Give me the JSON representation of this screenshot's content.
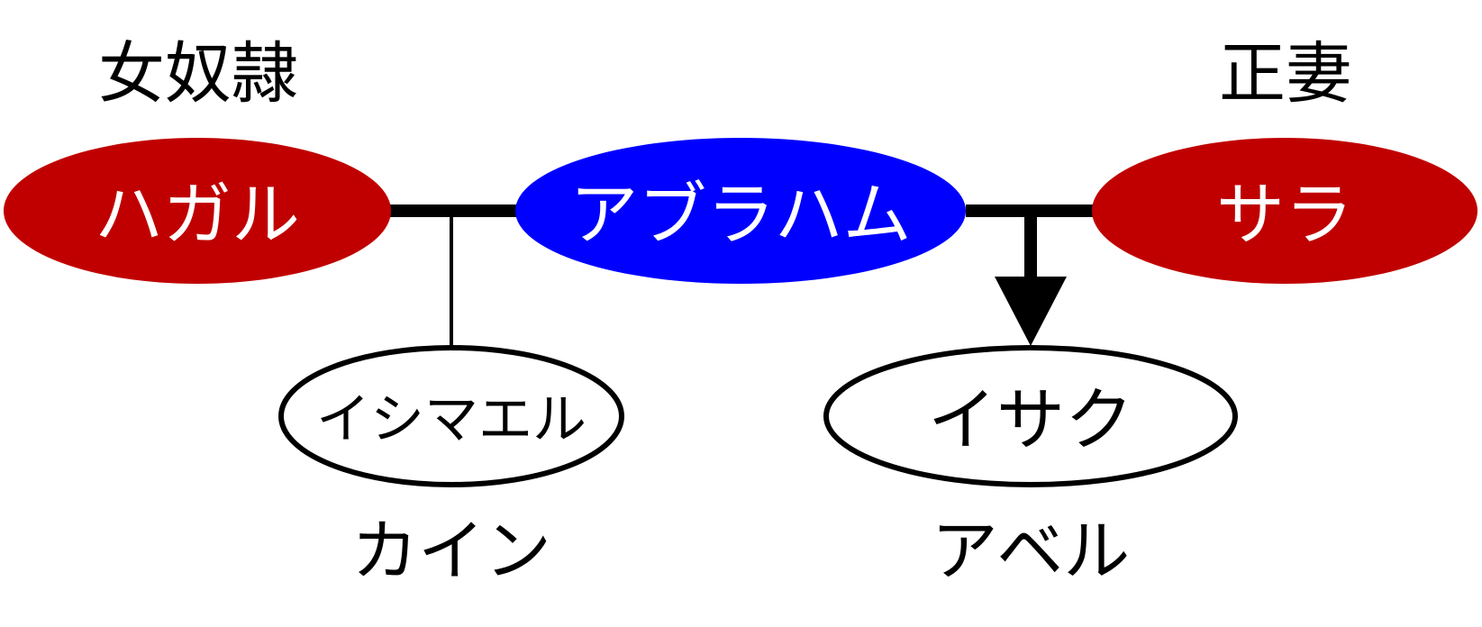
{
  "labels": {
    "concubine_role": "女奴隷",
    "wife_role": "正妻",
    "hagar": "ハガル",
    "abraham": "アブラハム",
    "sarah": "サラ",
    "ishmael": "イシマエル",
    "isaac": "イサク",
    "cain": "カイン",
    "abel": "アベル"
  },
  "colors": {
    "hagar_fill": "#c00000",
    "abraham_fill": "#0000ff",
    "sarah_fill": "#c00000",
    "child_fill": "#ffffff",
    "stroke": "#000000",
    "text_on_fill": "#ffffff",
    "text": "#000000"
  }
}
